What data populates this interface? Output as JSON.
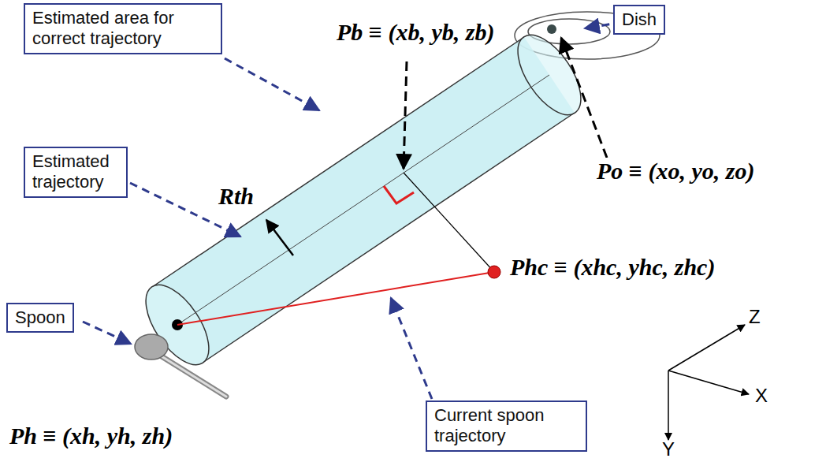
{
  "diagram": {
    "nodes": [
      {
        "text": [
          "Estimated area for correct trajectory"
        ]
      },
      {
        "text": [
          "Dish"
        ]
      },
      {
        "text": [
          "Estimated trajectory"
        ]
      },
      {
        "text": [
          "Spoon"
        ]
      },
      {
        "text": [
          "Current spoon trajectory"
        ]
      }
    ],
    "edges": [],
    "labels": [
      "Pb ≡ (xb, yb, zb)",
      "Po ≡ (xo, yo, zo)",
      "Phc ≡ (xhc, yhc, zhc)",
      "Ph ≡ (xh, yh, zh)",
      "Rth",
      "Z",
      "X",
      "Y"
    ]
  }
}
